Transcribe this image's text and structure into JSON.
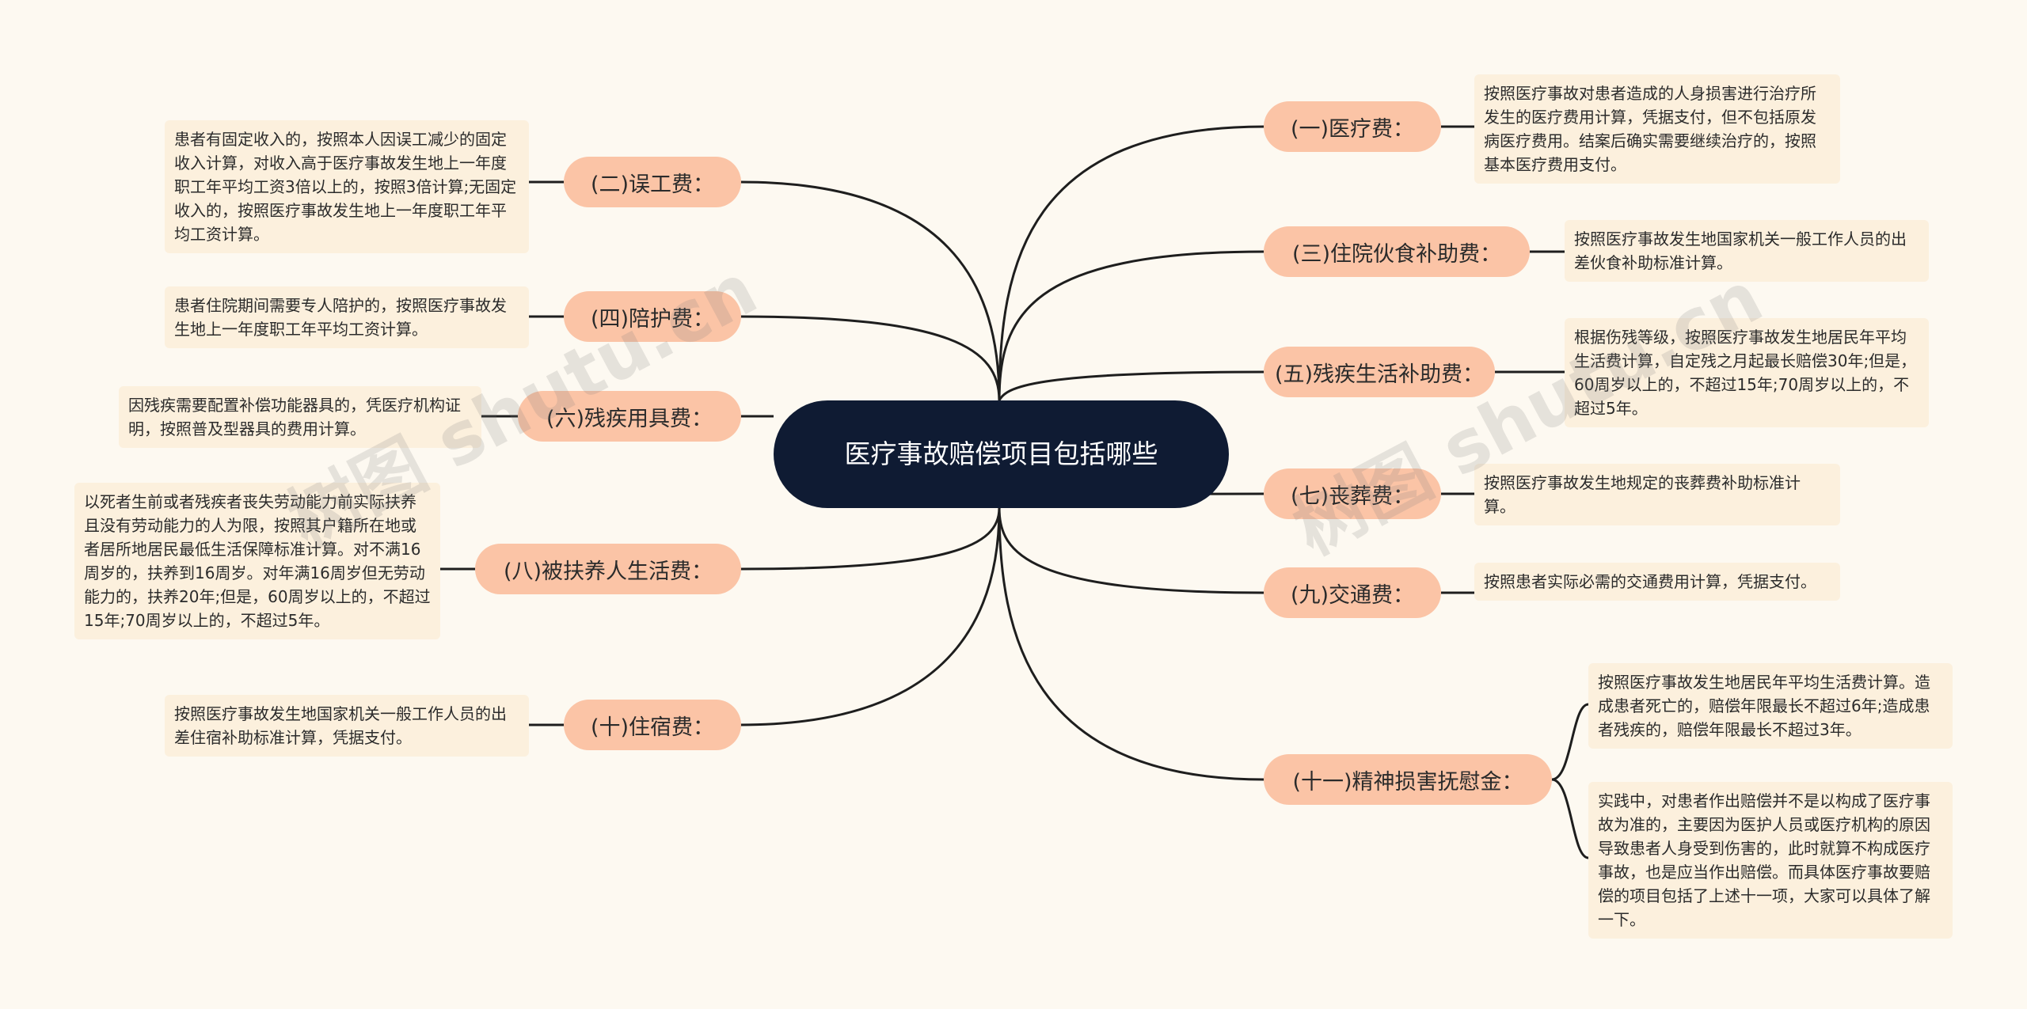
{
  "root": {
    "title": "医疗事故赔偿项目包括哪些"
  },
  "branches": {
    "b1": {
      "label": "(一)医疗费：",
      "detail": "按照医疗事故对患者造成的人身损害进行治疗所发生的医疗费用计算，凭据支付，但不包括原发病医疗费用。结案后确实需要继续治疗的，按照基本医疗费用支付。"
    },
    "b2": {
      "label": "(二)误工费：",
      "detail": "患者有固定收入的，按照本人因误工减少的固定收入计算，对收入高于医疗事故发生地上一年度职工年平均工资3倍以上的，按照3倍计算;无固定收入的，按照医疗事故发生地上一年度职工年平均工资计算。"
    },
    "b3": {
      "label": "(三)住院伙食补助费：",
      "detail": "按照医疗事故发生地国家机关一般工作人员的出差伙食补助标准计算。"
    },
    "b4": {
      "label": "(四)陪护费：",
      "detail": "患者住院期间需要专人陪护的，按照医疗事故发生地上一年度职工年平均工资计算。"
    },
    "b5": {
      "label": "(五)残疾生活补助费：",
      "detail": "根据伤残等级，按照医疗事故发生地居民年平均生活费计算，自定残之月起最长赔偿30年;但是，60周岁以上的，不超过15年;70周岁以上的，不超过5年。"
    },
    "b6": {
      "label": "(六)残疾用具费：",
      "detail": "因残疾需要配置补偿功能器具的，凭医疗机构证明，按照普及型器具的费用计算。"
    },
    "b7": {
      "label": "(七)丧葬费：",
      "detail": "按照医疗事故发生地规定的丧葬费补助标准计算。"
    },
    "b8": {
      "label": "(八)被扶养人生活费：",
      "detail": "以死者生前或者残疾者丧失劳动能力前实际扶养且没有劳动能力的人为限，按照其户籍所在地或者居所地居民最低生活保障标准计算。对不满16周岁的，扶养到16周岁。对年满16周岁但无劳动能力的，扶养20年;但是，60周岁以上的，不超过15年;70周岁以上的，不超过5年。"
    },
    "b9": {
      "label": "(九)交通费：",
      "detail": "按照患者实际必需的交通费用计算，凭据支付。"
    },
    "b10": {
      "label": "(十)住宿费：",
      "detail": "按照医疗事故发生地国家机关一般工作人员的出差住宿补助标准计算，凭据支付。"
    },
    "b11": {
      "label": "(十一)精神损害抚慰金：",
      "detail": "按照医疗事故发生地居民年平均生活费计算。造成患者死亡的，赔偿年限最长不超过6年;造成患者残疾的，赔偿年限最长不超过3年。",
      "detail2": "实践中，对患者作出赔偿并不是以构成了医疗事故为准的，主要因为医护人员或医疗机构的原因导致患者人身受到伤害的，此时就算不构成医疗事故，也是应当作出赔偿。而具体医疗事故要赔偿的项目包括了上述十一项，大家可以具体了解一下。"
    }
  },
  "watermark": "树图 shutu.cn",
  "colors": {
    "root_bg": "#0f1b33",
    "branch_bg": "#fbc4a6",
    "leaf_bg": "#fcf0dd",
    "line": "#1e1e1e",
    "background": "#fdf9f1"
  }
}
